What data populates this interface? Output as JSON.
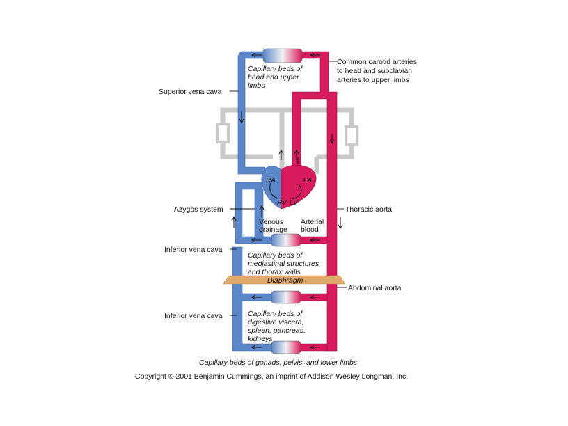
{
  "labels": {
    "superior_vena_cava": "Superior vena cava",
    "common_carotid_line1": "Common carotid arteries",
    "common_carotid_line2": "to head and subclavian",
    "common_carotid_line3": "arteries to upper limbs",
    "azygos_system": "Azygos system",
    "thoracic_aorta": "Thoracic aorta",
    "inferior_vena_cava_upper": "Inferior vena cava",
    "inferior_vena_cava_lower": "Inferior vena cava",
    "abdominal_aorta": "Abdominal aorta",
    "venous_drainage_line1": "Venous",
    "venous_drainage_line2": "drainage",
    "arterial_blood_line1": "Arterial",
    "arterial_blood_line2": "blood",
    "diaphragm": "Diaphragm"
  },
  "capillary_beds": {
    "head_line1": "Capillary beds of",
    "head_line2": "head and upper",
    "head_line3": "limbs",
    "mediastinal_line1": "Capillary beds of",
    "mediastinal_line2": "mediastinal structures",
    "mediastinal_line3": "and thorax walls",
    "digestive_line1": "Capillary beds of",
    "digestive_line2": "digestive viscera,",
    "digestive_line3": "spleen, pancreas,",
    "digestive_line4": "kidneys",
    "gonads": "Capillary beds of gonads, pelvis, and lower limbs"
  },
  "chambers": {
    "ra": "RA",
    "la": "LA",
    "rv": "RV",
    "lv": "LV"
  },
  "copyright": "Copyright © 2001 Benjamin Cummings, an imprint of Addison Wesley Longman, Inc.",
  "colors": {
    "vein": "#5b86c8",
    "artery": "#d81b5c",
    "diaphragm": "#e0aa6e",
    "lung_circuit": "#c9c9c9"
  }
}
